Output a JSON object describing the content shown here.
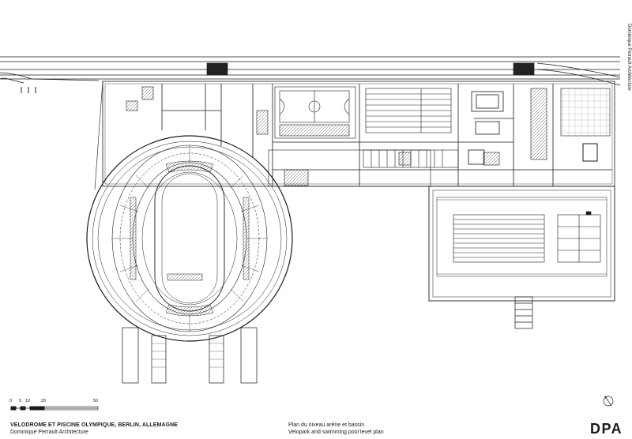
{
  "drawing": {
    "title": "VELODROME ET PISCINE OLYMPIQUE, BERLIN, ALLEMAGNE",
    "architect": "Dominique Perrault Architecture",
    "caption_fr": "Plan du niveau arène et bassin",
    "caption_en": "Velopark and swimming pool level plan",
    "logo": "DPA",
    "vertical_credit": "Dominique Perrault Architecture"
  },
  "scale_bar": {
    "labels": [
      "0",
      "5",
      "10",
      "20",
      "50"
    ]
  },
  "icons": {
    "north_arrow": "north-arrow-icon"
  },
  "colors": {
    "line": "#1a1a1a",
    "fill": "#ffffff",
    "hatch": "#555555"
  }
}
